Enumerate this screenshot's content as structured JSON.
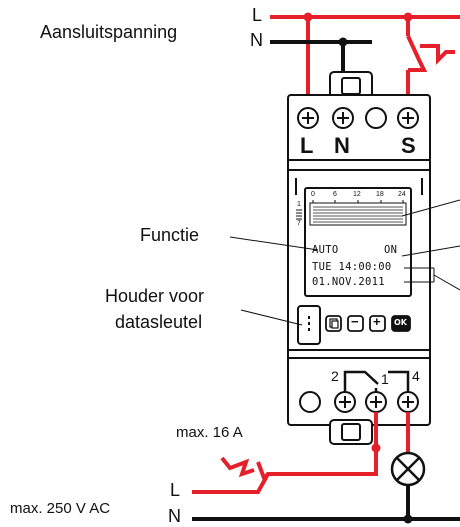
{
  "labels": {
    "supply_voltage": "Aansluitspanning",
    "function": "Functie",
    "key_holder_line1": "Houder voor",
    "key_holder_line2": "datasleutel",
    "max_current": "max. 16 A",
    "max_voltage": "max. 250 V AC"
  },
  "wires": {
    "top_L": "L",
    "top_N": "N",
    "bottom_L": "L",
    "bottom_N": "N"
  },
  "terminals": {
    "top": [
      "L",
      "N",
      "S"
    ],
    "bottom_pins": [
      "2",
      "1",
      "4"
    ]
  },
  "display": {
    "scale_ticks": [
      "0",
      "6",
      "12",
      "18",
      "24"
    ],
    "day_indicator_top": "1",
    "day_indicator_bottom": "7",
    "mode": "AUTO",
    "state": "ON",
    "day_time": "TUE 14:00:00",
    "date": "01.NOV.2011"
  },
  "buttons": [
    {
      "name": "menu-button",
      "icon": "menu-icon"
    },
    {
      "name": "minus-button",
      "glyph": "−"
    },
    {
      "name": "plus-button",
      "glyph": "+"
    },
    {
      "name": "ok-button",
      "glyph": "OK"
    }
  ],
  "colors": {
    "live_wire": "#e5202a",
    "neutral_wire": "#111111",
    "device_outline": "#111111",
    "background": "#ffffff"
  }
}
